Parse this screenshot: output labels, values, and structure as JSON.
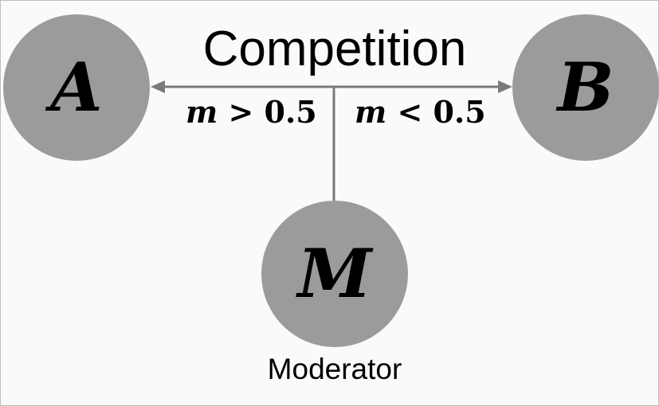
{
  "title": "Competition",
  "nodes": {
    "a": {
      "letter": "A"
    },
    "b": {
      "letter": "B"
    },
    "m": {
      "letter": "M",
      "caption": "Moderator"
    }
  },
  "conditions": {
    "left": {
      "var": "m",
      "rest": " > 0.5"
    },
    "right": {
      "var": "m",
      "rest": " < 0.5"
    }
  },
  "colors": {
    "node_fill": "#9b9b9b",
    "connector": "#7a7a7a",
    "background": "#fafafa"
  }
}
